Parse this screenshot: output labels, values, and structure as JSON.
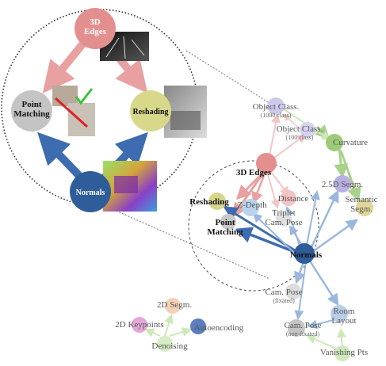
{
  "inset": {
    "edges3d": "3D\nEdges",
    "point_matching": "Point\nMatching",
    "reshading": "Reshading",
    "normals": "Normals"
  },
  "graph": {
    "object_class_1000": "Object Class.",
    "object_class_1000_sub": "(1000 class)",
    "object_class_100": "Object Class.",
    "object_class_100_sub": "(100 class)",
    "curvature": "Curvature",
    "edges3d": "3D Edges",
    "segm25d": "2.5D Segm.",
    "semantic_segm": "Semantic\nSegm.",
    "reshading": "Reshading",
    "zdepth": "Z-Depth",
    "distance": "Distance",
    "point_matching": "Point\nMatching",
    "triplet_cam_pose": "Triplet\nCam. Pose",
    "normals": "Normals",
    "cam_pose_fixated": "Cam. Pose",
    "cam_pose_fixated_sub": "(fixated)",
    "room_layout": "Room\nLayout",
    "cam_pose_nonfixated": "Cam. Pose",
    "cam_pose_nonfixated_sub": "(non-fixated)",
    "vanishing_pts": "Vanishing Pts",
    "segm2d": "2D Segm.",
    "keypoints2d": "2D Keypoints",
    "autoencoding": "Autoencoding",
    "denoising": "Denoising"
  },
  "colors": {
    "edges": "#e48f8f",
    "point_matching": "#c4c4c4",
    "reshading": "#d8d88a",
    "normals": "#2f5d9a",
    "blue_arrow": "#3d6cb0",
    "pink_arrow": "#eaa8a8",
    "curvature": "#9ecb7a",
    "lavender": "#b8b0e0",
    "light_blue": "#a9c6e6",
    "light_pink": "#f2c4c4",
    "yellow": "#d7d58a"
  }
}
